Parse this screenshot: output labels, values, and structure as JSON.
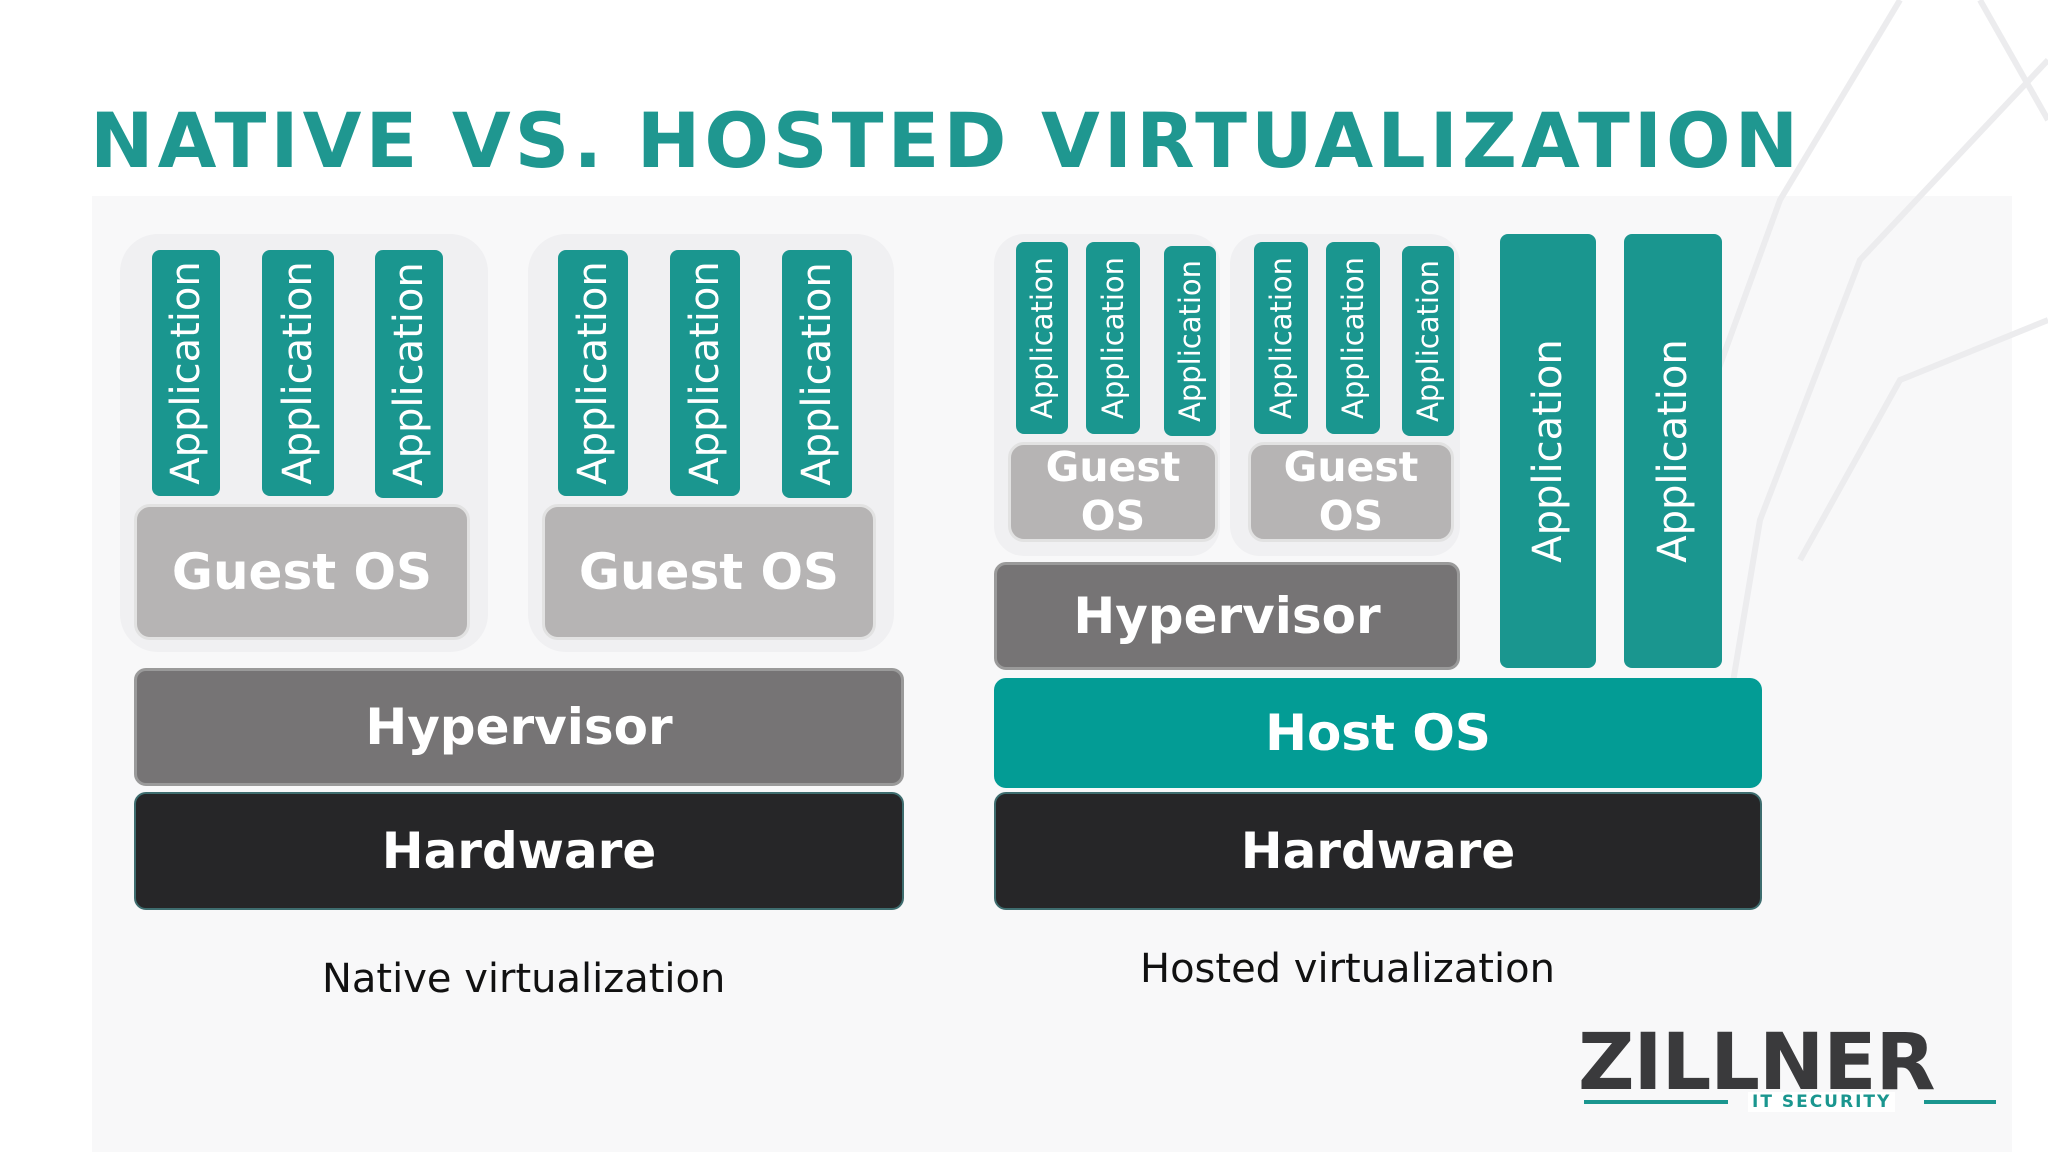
{
  "title": "NATIVE VS. HOSTED VIRTUALIZATION",
  "native": {
    "vms": [
      {
        "apps": [
          "Application",
          "Application",
          "Application"
        ],
        "guest_os": "Guest OS"
      },
      {
        "apps": [
          "Application",
          "Application",
          "Application"
        ],
        "guest_os": "Guest OS"
      }
    ],
    "hypervisor": "Hypervisor",
    "hardware": "Hardware",
    "caption": "Native virtualization"
  },
  "hosted": {
    "vms": [
      {
        "apps": [
          "Application",
          "Application",
          "Application"
        ],
        "guest_os": "Guest OS"
      },
      {
        "apps": [
          "Application",
          "Application",
          "Application"
        ],
        "guest_os": "Guest OS"
      }
    ],
    "hypervisor": "Hypervisor",
    "host_apps": [
      "Application",
      "Application"
    ],
    "host_os": "Host OS",
    "hardware": "Hardware",
    "caption": "Hosted virtualization"
  },
  "logo": {
    "name": "ZILLNER",
    "tagline": "IT SECURITY"
  },
  "colors": {
    "accent": "#1a968f",
    "title": "#1f9790",
    "guest_os": "#b6b4b4",
    "hypervisor": "#767475",
    "hardware": "#262628",
    "host_os": "#039c95"
  }
}
